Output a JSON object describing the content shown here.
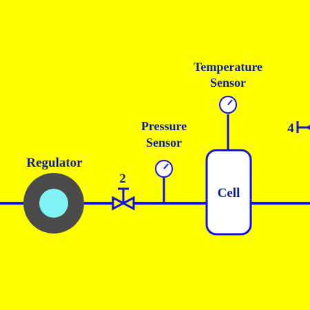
{
  "background_color": "#ffff00",
  "pipe_color": "#1010e0",
  "label_color": "#0a1f8f",
  "labels": {
    "regulator": "Regulator",
    "valve2": "2",
    "pressure_line1": "Pressure",
    "pressure_line2": "Sensor",
    "temperature_line1": "Temperature",
    "temperature_line2": "Sensor",
    "cell": "Cell",
    "valve4": "4"
  },
  "icons": {
    "regulator": "regulator-icon",
    "valve": "valve-icon",
    "gauge": "gauge-icon"
  }
}
